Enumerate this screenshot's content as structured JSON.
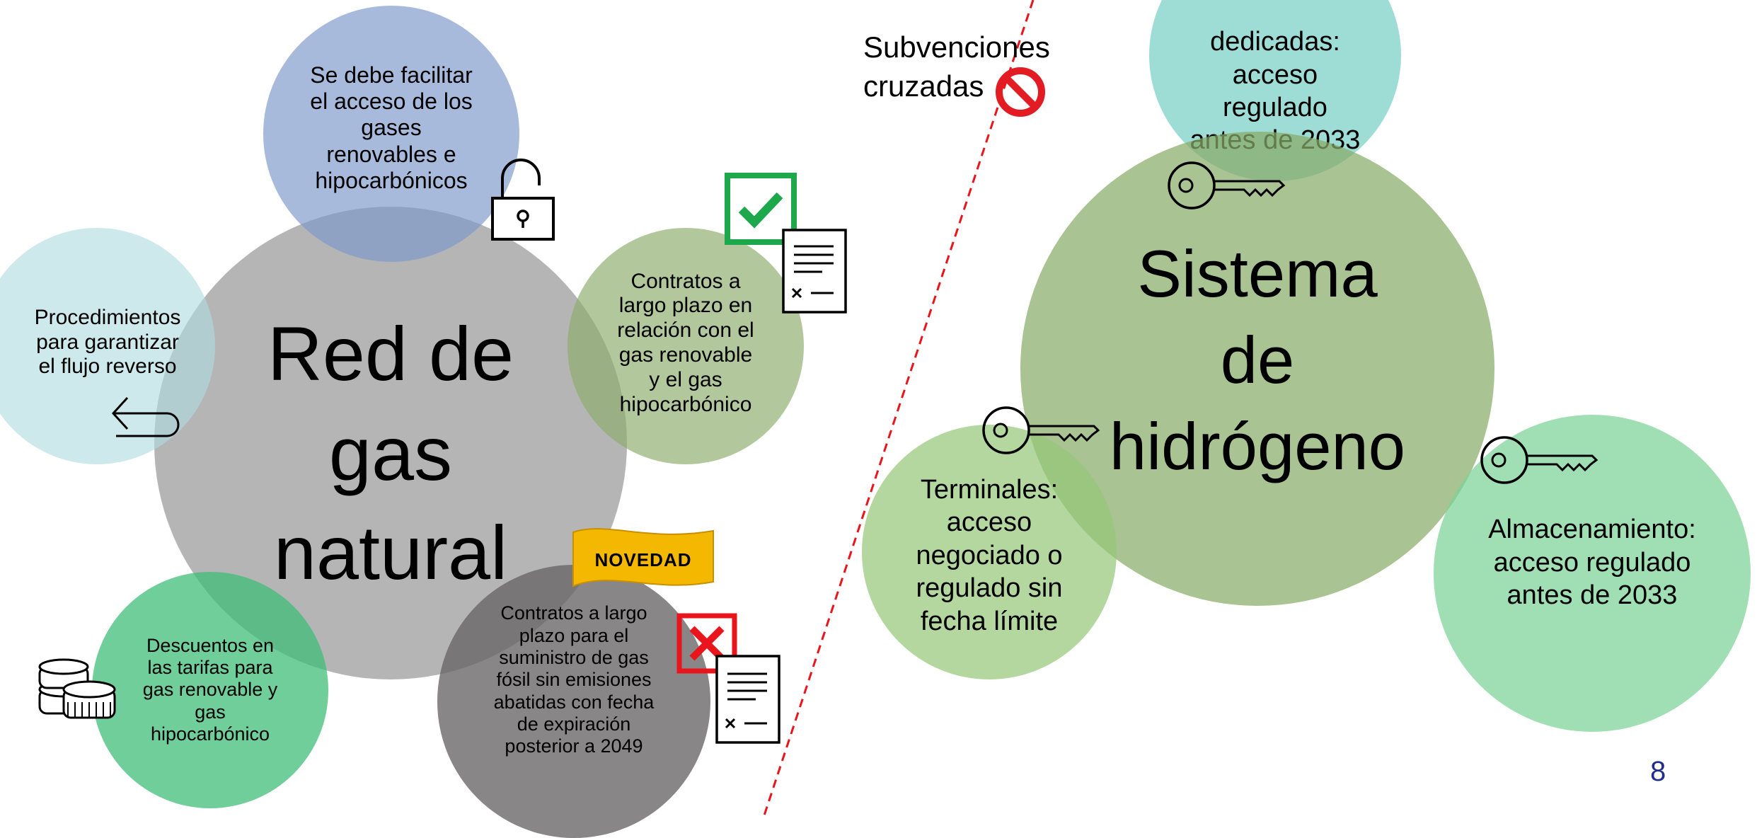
{
  "left": {
    "center_title": "Red de\ngas\nnatural",
    "top_bubble": "Se debe facilitar\nel acceso de los\ngases\nrenovables e\nhipocarbónicos",
    "left_bubble": "Procedimientos\npara garantizar\nel flujo reverso",
    "right_bubble": "Contratos a\nlargo plazo en\nrelación con el\ngas renovable\ny el gas\nhipocarbónico",
    "bottom_left_bubble": "Descuentos en\nlas tarifas para\ngas renovable y\ngas\nhipocarbónico",
    "bottom_bubble": "Contratos a largo\nplazo para el\nsuministro de gas\nfósil sin emisiones\nabatidas con fecha\nde expiración\nposterior a 2049",
    "flag_label": "NOVEDAD"
  },
  "divider_label": "Subvenciones\ncruzadas",
  "right": {
    "center_title": "Sistema\nde\nhidrógeno",
    "top_bubble": "dedicadas:\nacceso\nregulado\nantes de 2033",
    "left_bubble": "Terminales:\nacceso\nnegociado o\nregulado sin\nfecha límite",
    "right_bubble": "Almacenamiento:\nacceso regulado\nantes de 2033"
  },
  "page_number": "8",
  "colors": {
    "gas_center": "#b3b3b3",
    "top_blue": "#8fa7d6",
    "left_teal": "#bfe4e4",
    "olive_green": "#a9c08f",
    "mint_green": "#4fc681",
    "dark_gray": "#7a7878",
    "hydrogen_center": "#9bb87f",
    "hydrogen_top": "#8ad6cf",
    "hydrogen_left": "#a8d08d",
    "hydrogen_right": "#8fd6a4",
    "flag": "#f5b800",
    "check": "#1ca84b",
    "cross": "#e8151c",
    "no_sign": "#e31b23",
    "divider": "#e8151c",
    "page_number": "#1f2e8c"
  },
  "icons": [
    "unlock-icon",
    "check-icon",
    "contract-icon",
    "return-arrow-icon",
    "coins-icon",
    "cross-icon",
    "no-entry-icon",
    "key-icon"
  ]
}
